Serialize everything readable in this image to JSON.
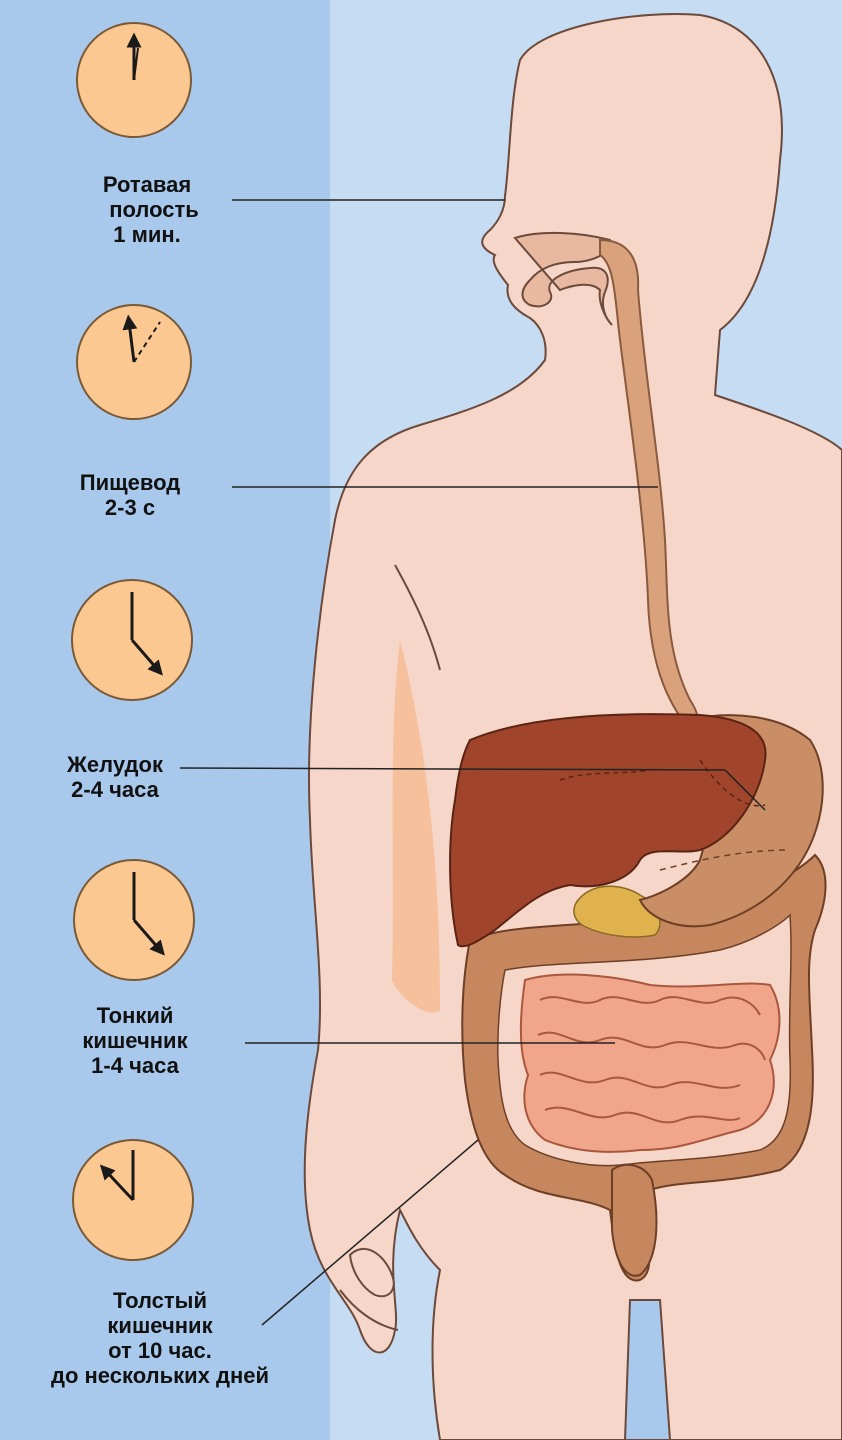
{
  "stages": [
    {
      "lines": [
        "Ротавая",
        "полость",
        "1 мин."
      ]
    },
    {
      "lines": [
        "Пищевод",
        "2-3 с"
      ]
    },
    {
      "lines": [
        "Желудок",
        "2-4 часа"
      ]
    },
    {
      "lines": [
        "Тонкий",
        "кишечник",
        "1-4 часа"
      ]
    },
    {
      "lines": [
        "Толстый",
        "кишечник",
        "от 10 час.",
        "до нескольких дней"
      ]
    }
  ],
  "colors": {
    "background": "#a9c9ec",
    "clock_face": "#fbc891",
    "skin": "#f6d6c8",
    "esophagus": "#d9a27d",
    "liver": "#a0452c",
    "stomach": "#c98e66",
    "small_intestine": "#f1a58b",
    "large_intestine": "#c7875e",
    "pancreas": "#e0b24e"
  }
}
